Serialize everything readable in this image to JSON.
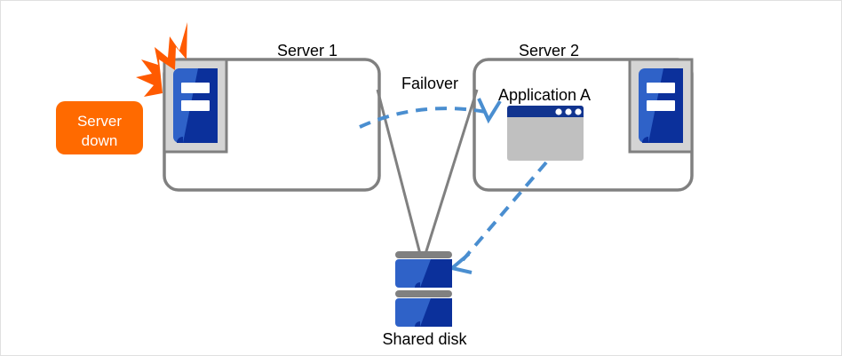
{
  "diagram": {
    "title_labels": {
      "server1": "Server 1",
      "server2": "Server 2",
      "application": "Application A",
      "failover": "Failover",
      "shared_disk": "Shared disk"
    },
    "badge": {
      "line1": "Server",
      "line2": "down",
      "color": "#ff6a00",
      "text_color": "#ffffff"
    },
    "colors": {
      "box_border": "#808080",
      "server_icon_frame": "#d4d4d4",
      "server_icon_frame_border": "#808080",
      "server_icon_blue_light": "#2f62c8",
      "server_icon_blue_dark": "#0b309b",
      "window_titlebar": "#11348f",
      "window_body": "#c0c0c0",
      "disk_blue_light": "#2f62c8",
      "disk_blue_dark": "#0b309b",
      "disk_bar": "#808080",
      "arrow_blue": "#4a8ed0",
      "burst_orange": "#ff5a00",
      "canvas_border": "#e0e0e0",
      "background": "#ffffff"
    },
    "icons": {
      "server1_icon": "server-rack-icon",
      "server2_icon": "server-rack-icon",
      "app_window_icon": "application-window-icon",
      "disk_icon": "shared-disk-icon",
      "burst_icon": "failure-burst-icon",
      "failover_arrow": "dashed-curved-arrow-icon",
      "disk_access_arrow": "dashed-straight-arrow-icon"
    }
  }
}
